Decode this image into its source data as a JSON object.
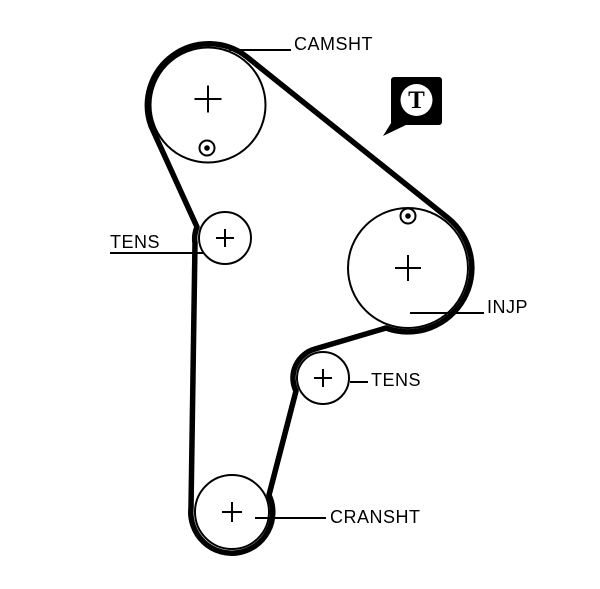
{
  "parts": [
    {
      "id": "camshaft-pulley",
      "label": "CAMSHT"
    },
    {
      "id": "tensioner-left",
      "label": "TENS"
    },
    {
      "id": "injection-pump",
      "label": "INJP"
    },
    {
      "id": "tensioner-right",
      "label": "TENS"
    },
    {
      "id": "crankshaft-pulley",
      "label": "CRANSHT"
    }
  ],
  "badge": {
    "letter": "T"
  },
  "colors": {
    "line": "#000000",
    "background": "#ffffff"
  }
}
